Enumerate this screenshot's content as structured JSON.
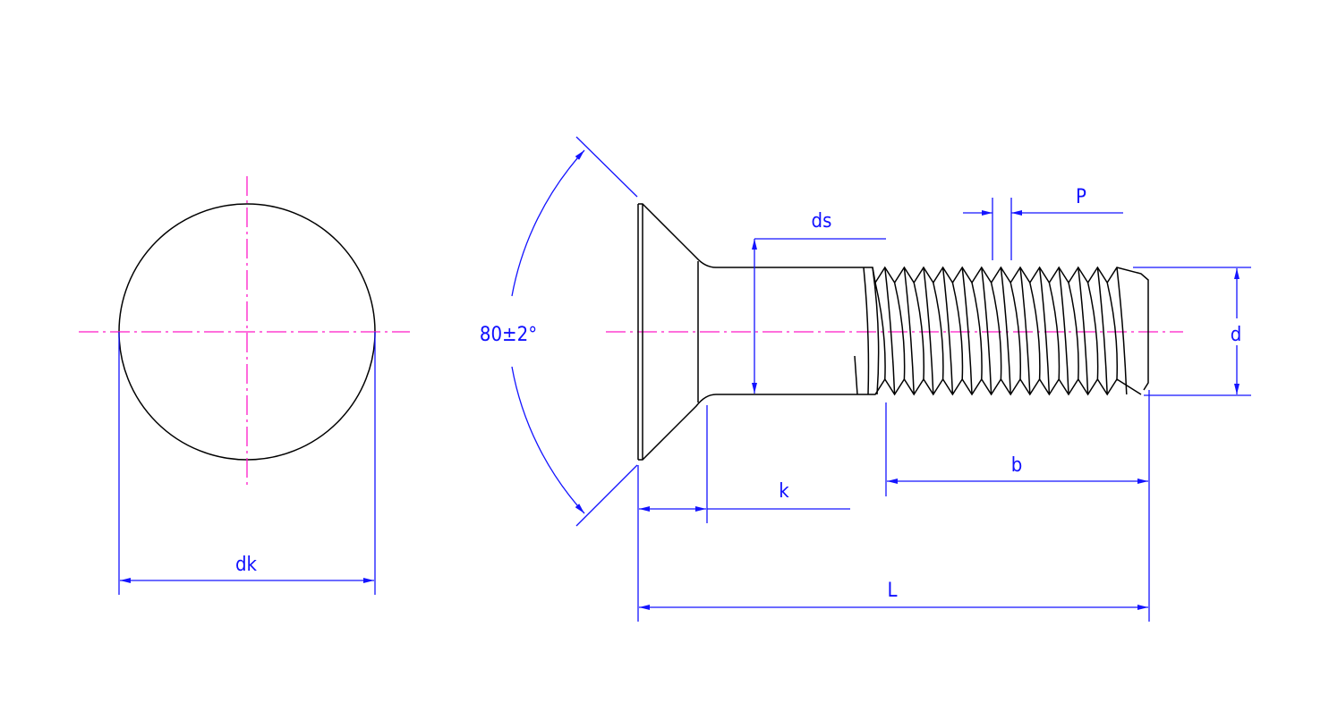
{
  "drawing": {
    "title": "Countersunk head screw",
    "labels": {
      "dk": "dk",
      "angle": "80±2°",
      "ds": "ds",
      "k": "k",
      "P": "P",
      "d": "d",
      "b": "b",
      "L": "L"
    },
    "colors": {
      "outline": "#000000",
      "dimension": "#1414ff",
      "centerline": "#ff19c8"
    }
  }
}
